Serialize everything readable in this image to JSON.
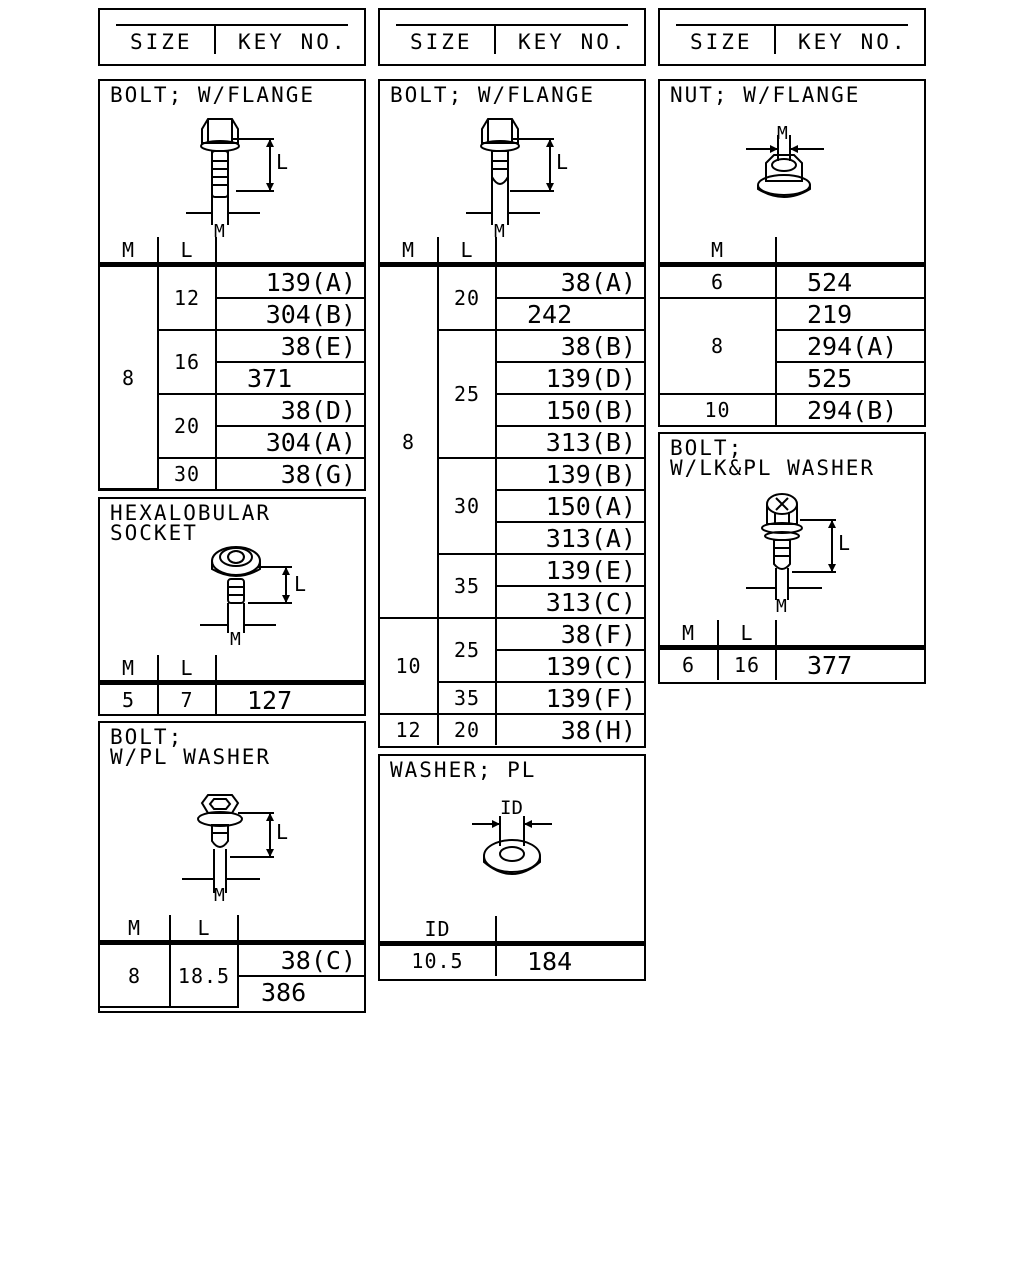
{
  "header": {
    "size_label": "SIZE",
    "key_label": "KEY NO."
  },
  "col_m": "M",
  "col_l": "L",
  "col_id": "ID",
  "bolt_flange_1": {
    "title": "BOLT; W/FLANGE",
    "rows": {
      "m8": "8",
      "l12": "12",
      "k12a": "139(A)",
      "k12b": "304(B)",
      "l16": "16",
      "k16a": "38(E)",
      "k16b": "371",
      "l20": "20",
      "k20a": "38(D)",
      "k20b": "304(A)",
      "l30": "30",
      "k30a": "38(G)"
    }
  },
  "hexalobular": {
    "title": "HEXALOBULAR\nSOCKET",
    "m": "5",
    "l": "7",
    "key": "127"
  },
  "bolt_pl_washer": {
    "title": "BOLT;\nW/PL WASHER",
    "m": "8",
    "l": "18.5",
    "k1": "38(C)",
    "k2": "386"
  },
  "bolt_flange_2": {
    "title": "BOLT; W/FLANGE",
    "rows": {
      "m8": "8",
      "m10": "10",
      "m12": "12",
      "l20": "20",
      "k20a": "38(A)",
      "k20b": "242",
      "l25": "25",
      "k25a": "38(B)",
      "k25b": "139(D)",
      "k25c": "150(B)",
      "k25d": "313(B)",
      "l30": "30",
      "k30a": "139(B)",
      "k30b": "150(A)",
      "k30c": "313(A)",
      "l35": "35",
      "k35a": "139(E)",
      "k35b": "313(C)",
      "l10_25": "25",
      "k10_25a": "38(F)",
      "k10_25b": "139(C)",
      "l10_35": "35",
      "k10_35": "139(F)",
      "l12_20": "20",
      "k12_20": "38(H)"
    }
  },
  "washer_pl": {
    "title": "WASHER; PL",
    "id": "10.5",
    "key": "184"
  },
  "nut_flange": {
    "title": "NUT; W/FLANGE",
    "m6": "6",
    "k6": "524",
    "m8": "8",
    "k8a": "219",
    "k8b": "294(A)",
    "k8c": "525",
    "m10": "10",
    "k10": "294(B)"
  },
  "bolt_lk_pl": {
    "title": "BOLT;\nW/LK&PL WASHER",
    "m": "6",
    "l": "16",
    "key": "377"
  },
  "icons": [
    "flange-bolt-icon",
    "hexalobular-bolt-icon",
    "washer-bolt-icon",
    "flange-nut-icon",
    "plain-washer-icon",
    "lock-washer-bolt-icon"
  ]
}
